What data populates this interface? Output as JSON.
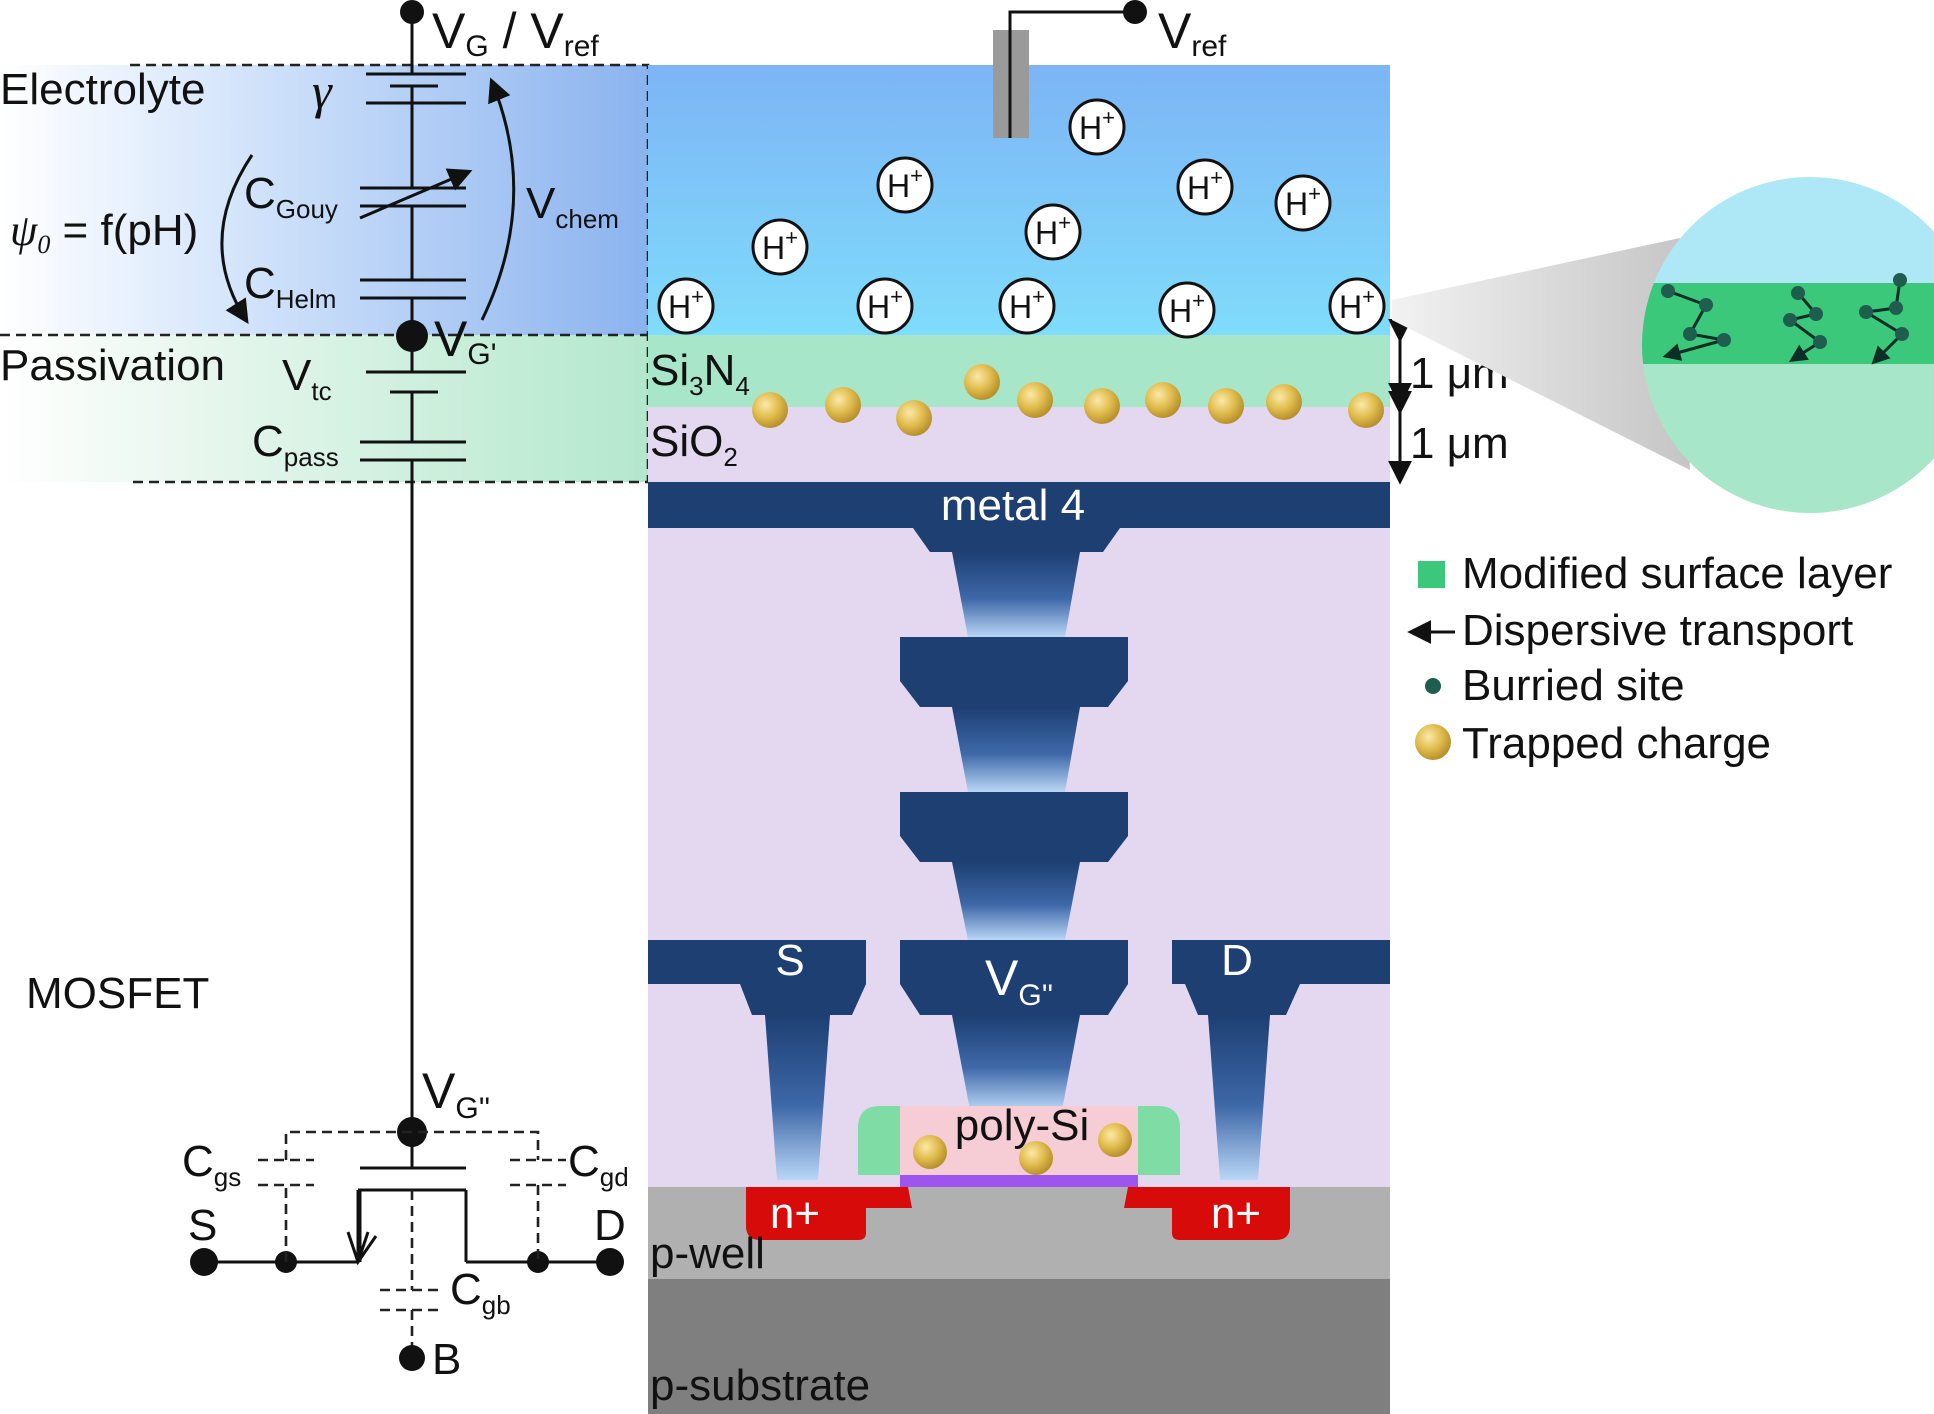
{
  "labels": {
    "vg_vref": [
      "V",
      "G",
      " / V",
      "ref"
    ],
    "vref_top": [
      "V",
      "ref"
    ],
    "electrolyte": "Electrolyte",
    "gamma": "γ",
    "psi": "ψ",
    "psi_sub": "0",
    "psi_eq": " = f(pH)",
    "c_gouy": [
      "C",
      "Gouy"
    ],
    "c_helm": [
      "C",
      "Helm"
    ],
    "v_chem": [
      "V",
      "chem"
    ],
    "passivation": "Passivation",
    "v_tc": [
      "V",
      "tc"
    ],
    "v_g_prime": [
      "V",
      "G'"
    ],
    "c_pass": [
      "C",
      "pass"
    ],
    "si3n4": [
      "Si",
      "3",
      "N",
      "4"
    ],
    "sio2": [
      "SiO",
      "2"
    ],
    "thickness_1": "1 μm",
    "thickness_2": "1 μm",
    "metal4": "metal 4",
    "s_metal": "S",
    "d_metal": "D",
    "v_g_dprime_metal": [
      "V",
      "G''"
    ],
    "mosfet": "MOSFET",
    "v_g_dprime_circuit": [
      "V",
      "G''"
    ],
    "c_gs": [
      "C",
      "gs"
    ],
    "c_gd": [
      "C",
      "gd"
    ],
    "c_gb": [
      "C",
      "gb"
    ],
    "s_node": "S",
    "d_node": "D",
    "b_node": "B",
    "poly_si": "poly-Si",
    "n_plus_left": "n+",
    "n_plus_right": "n+",
    "p_well": "p-well",
    "p_substrate": "p-substrate",
    "h_ion": [
      "H",
      "+"
    ]
  },
  "legend": [
    {
      "marker": "square",
      "label": "Modified surface layer"
    },
    {
      "marker": "arrow",
      "label": "Dispersive transport"
    },
    {
      "marker": "dot",
      "label": "Burried site"
    },
    {
      "marker": "sphere",
      "label": "Trapped charge"
    }
  ],
  "colors": {
    "electrolyte_top": "#7db4f5",
    "electrolyte_bottom": "#7fdcfb",
    "si3n4": "#a8e6c9",
    "sio2": "#e4d8f1",
    "metal": "#1d3f72",
    "p_well": "#b0b0b0",
    "p_substrate": "#7f7f7f",
    "n_plus": "#d80b0b",
    "poly_si": "#f6ccd5",
    "spacer": "#7fdca5",
    "gate_oxide": "#9d55ee",
    "trapped_charge": "#d9b53f",
    "modified_layer": "#3cc87b",
    "buried_site": "#1f5e4e"
  }
}
